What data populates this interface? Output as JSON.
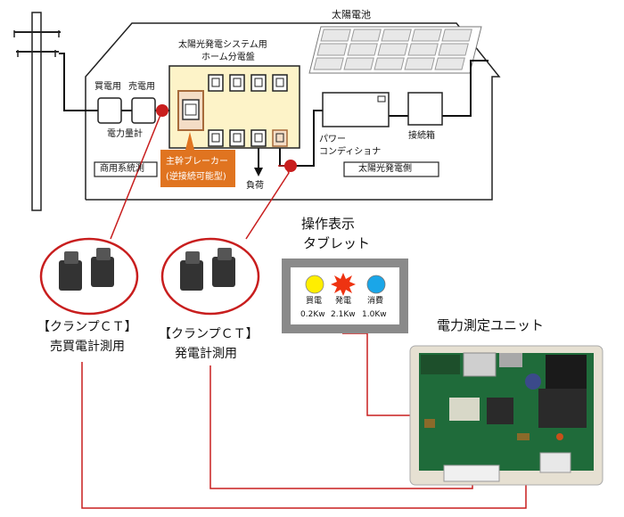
{
  "house": {
    "solar_panel_label": "太陽電池",
    "panel_title_line1": "太陽光発電システム用",
    "panel_title_line2": "ホーム分電盤",
    "buy_meter_label": "買電用",
    "sell_meter_label": "売電用",
    "power_meter_label": "電力量計",
    "commercial_side_label": "商用系統測",
    "solar_side_label": "太陽光発電側",
    "power_conditioner_label": "パワー\nコンディショナ",
    "junction_box_label": "接続箱",
    "load_label": "負荷"
  },
  "breaker_callout": {
    "line1": "主幹ブレーカー",
    "line2": "(逆接続可能型)"
  },
  "tablet": {
    "title_line1": "操作表示",
    "title_line2": "タブレット",
    "indicators": [
      {
        "label": "買電",
        "value": "0.2Kw",
        "color": "#ffee00"
      },
      {
        "label": "発電",
        "value": "2.1Kw",
        "color": "#ee3311"
      },
      {
        "label": "消費",
        "value": "1.0Kw",
        "color": "#1aa6e8"
      }
    ]
  },
  "clamp_ct_left": {
    "title": "【クランプＣＴ】",
    "subtitle": "売買電計測用"
  },
  "clamp_ct_right": {
    "title": "【クランプＣＴ】",
    "subtitle": "発電計測用"
  },
  "measurement_unit": {
    "title": "電力測定ユニット"
  },
  "colors": {
    "red_wire": "#c81e1e",
    "callout_orange": "#e07420",
    "panel_fill": "#fdf3c8"
  }
}
